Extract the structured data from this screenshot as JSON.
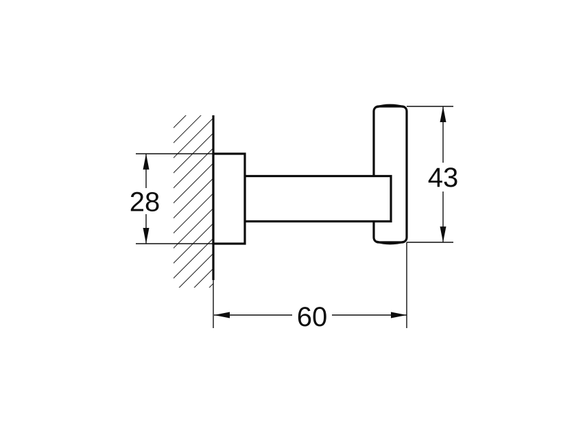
{
  "page": {
    "background_color": "#ffffff",
    "line_color": "#0d0d0d"
  },
  "drawing": {
    "dimension_labels": {
      "mount_plate_height": "28",
      "overall_height": "43",
      "projection": "60"
    }
  }
}
